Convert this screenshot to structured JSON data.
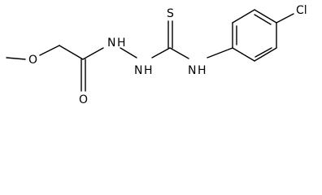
{
  "molecule": {
    "atoms": {
      "O_methoxy": "O",
      "N_hydrazide_1": "N",
      "H_hydrazide_1": "H",
      "N_hydrazide_2": "N",
      "H_hydrazide_2": "H",
      "S_thione": "S",
      "N_anilide": "N",
      "H_anilide": "H",
      "O_carbonyl": "O",
      "Cl_aryl": "Cl"
    }
  }
}
